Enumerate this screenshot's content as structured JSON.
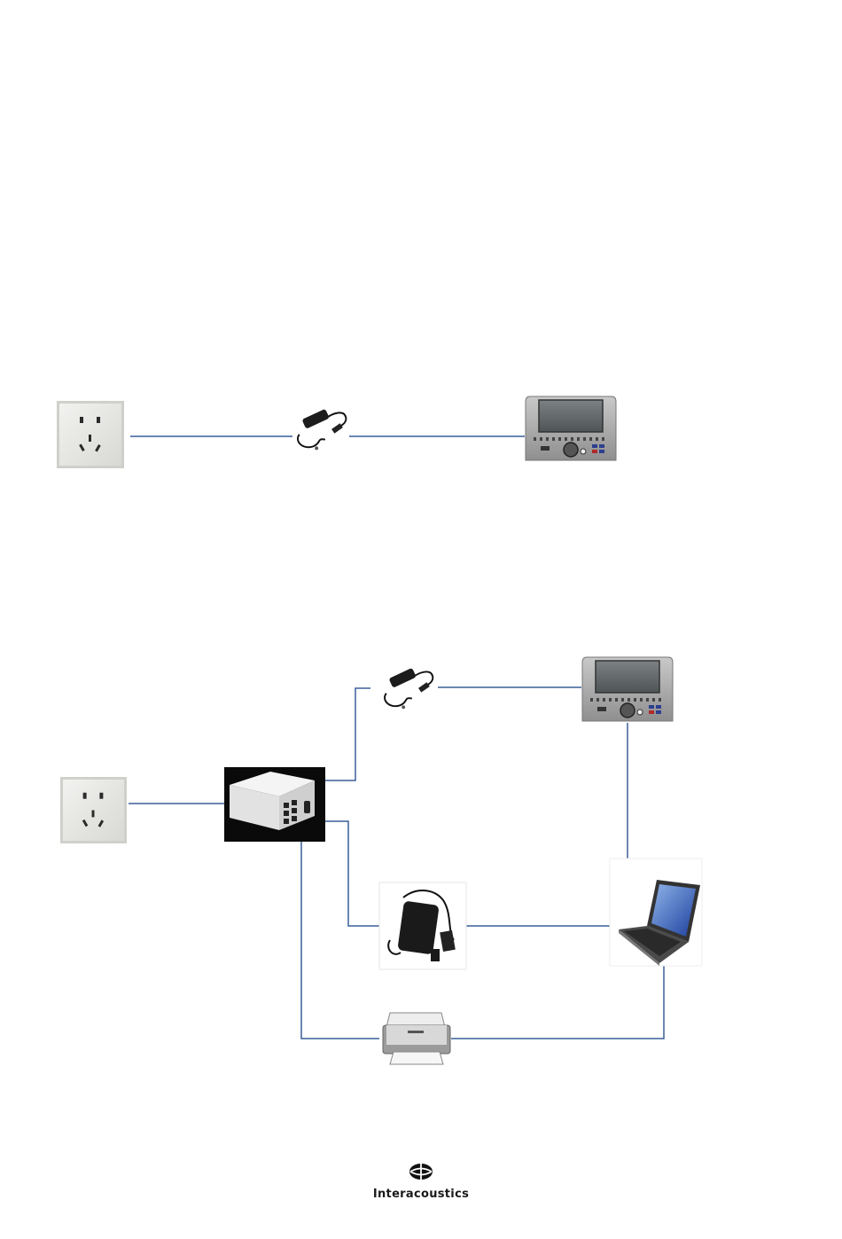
{
  "logo": {
    "text": "Interacoustics",
    "icon": "interacoustics-logo-icon"
  },
  "colors": {
    "connection_line": "#3a5f9a",
    "background": "#ffffff"
  },
  "diagrams": [
    {
      "name": "direct-power-setup",
      "devices": [
        "wall-socket",
        "power-adapter",
        "audiometer"
      ]
    },
    {
      "name": "isolation-transformer-setup",
      "devices": [
        "wall-socket",
        "medical-isolation-transformer",
        "power-adapter",
        "audiometer",
        "laptop-power-supply",
        "laptop",
        "printer"
      ]
    }
  ]
}
